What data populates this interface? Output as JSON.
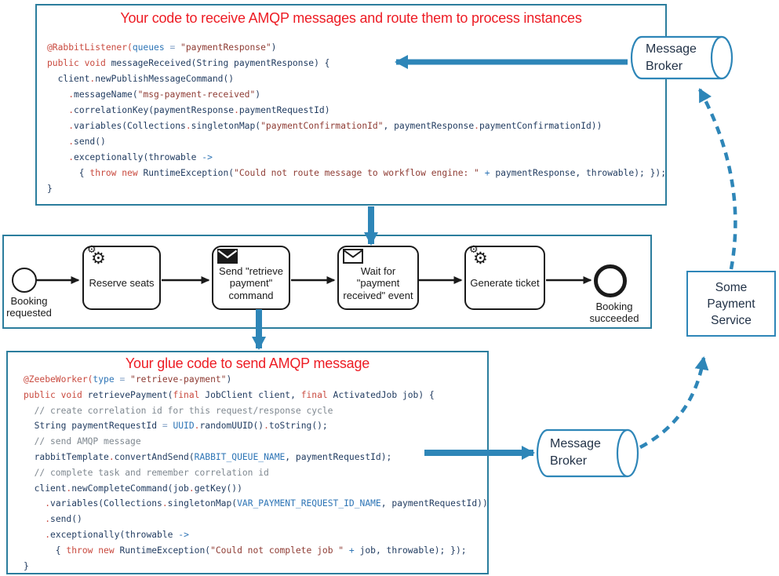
{
  "receiver_panel": {
    "title": "Your code to receive AMQP messages and route them to process instances",
    "code": [
      [
        [
          "r",
          "@RabbitListener("
        ],
        [
          "b",
          "queues"
        ],
        [
          "o",
          " = "
        ],
        [
          "s",
          "\"paymentResponse\""
        ],
        [
          "d",
          ")"
        ]
      ],
      [
        [
          "r",
          "public void "
        ],
        [
          "d",
          "messageReceived(String paymentResponse) {"
        ]
      ],
      [
        [
          "d",
          "  client"
        ],
        [
          "r",
          "."
        ],
        [
          "d",
          "newPublishMessageCommand()"
        ]
      ],
      [
        [
          "d",
          "    "
        ],
        [
          "r",
          "."
        ],
        [
          "d",
          "messageName("
        ],
        [
          "s",
          "\"msg-payment-received\""
        ],
        [
          "d",
          ")"
        ]
      ],
      [
        [
          "d",
          "    "
        ],
        [
          "r",
          "."
        ],
        [
          "d",
          "correlationKey(paymentResponse"
        ],
        [
          "r",
          "."
        ],
        [
          "d",
          "paymentRequestId)"
        ]
      ],
      [
        [
          "d",
          "    "
        ],
        [
          "r",
          "."
        ],
        [
          "d",
          "variables(Collections"
        ],
        [
          "r",
          "."
        ],
        [
          "d",
          "singletonMap("
        ],
        [
          "s",
          "\"paymentConfirmationId\""
        ],
        [
          "d",
          ", paymentResponse"
        ],
        [
          "r",
          "."
        ],
        [
          "d",
          "paymentConfirmationId))"
        ]
      ],
      [
        [
          "d",
          "    "
        ],
        [
          "r",
          "."
        ],
        [
          "d",
          "send()"
        ]
      ],
      [
        [
          "d",
          "    "
        ],
        [
          "r",
          "."
        ],
        [
          "d",
          "exceptionally(throwable "
        ],
        [
          "b",
          "->"
        ]
      ],
      [
        [
          "d",
          "      { "
        ],
        [
          "r",
          "throw new "
        ],
        [
          "d",
          "RuntimeException("
        ],
        [
          "s",
          "\"Could not route message to workflow engine: \""
        ],
        [
          "d",
          " "
        ],
        [
          "b",
          "+"
        ],
        [
          "d",
          " paymentResponse, throwable); });"
        ]
      ],
      [
        [
          "d",
          "}"
        ]
      ]
    ]
  },
  "glue_panel": {
    "title": "Your glue code to send AMQP message",
    "code": [
      [
        [
          "r",
          "@ZeebeWorker("
        ],
        [
          "b",
          "type"
        ],
        [
          "o",
          " = "
        ],
        [
          "s",
          "\"retrieve-payment\""
        ],
        [
          "d",
          ")"
        ]
      ],
      [
        [
          "r",
          "public void "
        ],
        [
          "d",
          "retrievePayment("
        ],
        [
          "r",
          "final "
        ],
        [
          "d",
          "JobClient client, "
        ],
        [
          "r",
          "final "
        ],
        [
          "d",
          "ActivatedJob job) {"
        ]
      ],
      [
        [
          "c",
          "  // create correlation id for this request/response cycle"
        ]
      ],
      [
        [
          "d",
          "  String paymentRequestId "
        ],
        [
          "o",
          "= "
        ],
        [
          "b",
          "UUID"
        ],
        [
          "r",
          "."
        ],
        [
          "d",
          "randomUUID()"
        ],
        [
          "r",
          "."
        ],
        [
          "d",
          "toString();"
        ]
      ],
      [
        [
          "c",
          "  // send AMQP message"
        ]
      ],
      [
        [
          "d",
          "  rabbitTemplate"
        ],
        [
          "r",
          "."
        ],
        [
          "d",
          "convertAndSend("
        ],
        [
          "b",
          "RABBIT_QUEUE_NAME"
        ],
        [
          "d",
          ", paymentRequestId);"
        ]
      ],
      [
        [
          "c",
          "  // complete task and remember correlation id"
        ]
      ],
      [
        [
          "d",
          "  client"
        ],
        [
          "r",
          "."
        ],
        [
          "d",
          "newCompleteCommand(job"
        ],
        [
          "r",
          "."
        ],
        [
          "d",
          "getKey())"
        ]
      ],
      [
        [
          "d",
          "    "
        ],
        [
          "r",
          "."
        ],
        [
          "d",
          "variables(Collections"
        ],
        [
          "r",
          "."
        ],
        [
          "d",
          "singletonMap("
        ],
        [
          "b",
          "VAR_PAYMENT_REQUEST_ID_NAME"
        ],
        [
          "d",
          ", paymentRequestId))"
        ]
      ],
      [
        [
          "d",
          "    "
        ],
        [
          "r",
          "."
        ],
        [
          "d",
          "send()"
        ]
      ],
      [
        [
          "d",
          "    "
        ],
        [
          "r",
          "."
        ],
        [
          "d",
          "exceptionally(throwable "
        ],
        [
          "b",
          "->"
        ]
      ],
      [
        [
          "d",
          "      { "
        ],
        [
          "r",
          "throw new "
        ],
        [
          "d",
          "RuntimeException("
        ],
        [
          "s",
          "\"Could not complete job \""
        ],
        [
          "d",
          " "
        ],
        [
          "b",
          "+"
        ],
        [
          "d",
          " job, throwable); });"
        ]
      ],
      [
        [
          "d",
          "}"
        ]
      ]
    ]
  },
  "bpmn": {
    "start_label": "Booking\nrequested",
    "tasks": [
      {
        "label": "Reserve seats",
        "icon": "gear"
      },
      {
        "label": "Send \"retrieve payment\" command",
        "icon": "envelope-filled"
      },
      {
        "label": "Wait for \"payment received\" event",
        "icon": "envelope-outline"
      },
      {
        "label": "Generate ticket",
        "icon": "gear"
      }
    ],
    "end_label": "Booking\nsucceeded"
  },
  "right_side": {
    "broker_top_label": "Message\nBroker",
    "broker_bottom_label": "Message\nBroker",
    "payment_service_label": "Some\nPayment\nService"
  },
  "colors": {
    "title-red": "#ed1c24",
    "code-default": "#1f3a5f",
    "code-keyword": "#c94a3f",
    "code-string": "#8e3b33",
    "code-blue": "#2e75b6",
    "code-comment": "#7f8890",
    "code-operator": "#7d9ec4",
    "container-border": "#2b7d9d",
    "arrow-blue": "#2e86b8",
    "shape-border": "#2e86b8",
    "bpmn-black": "#1a1a1a",
    "label-dark": "#223247"
  }
}
